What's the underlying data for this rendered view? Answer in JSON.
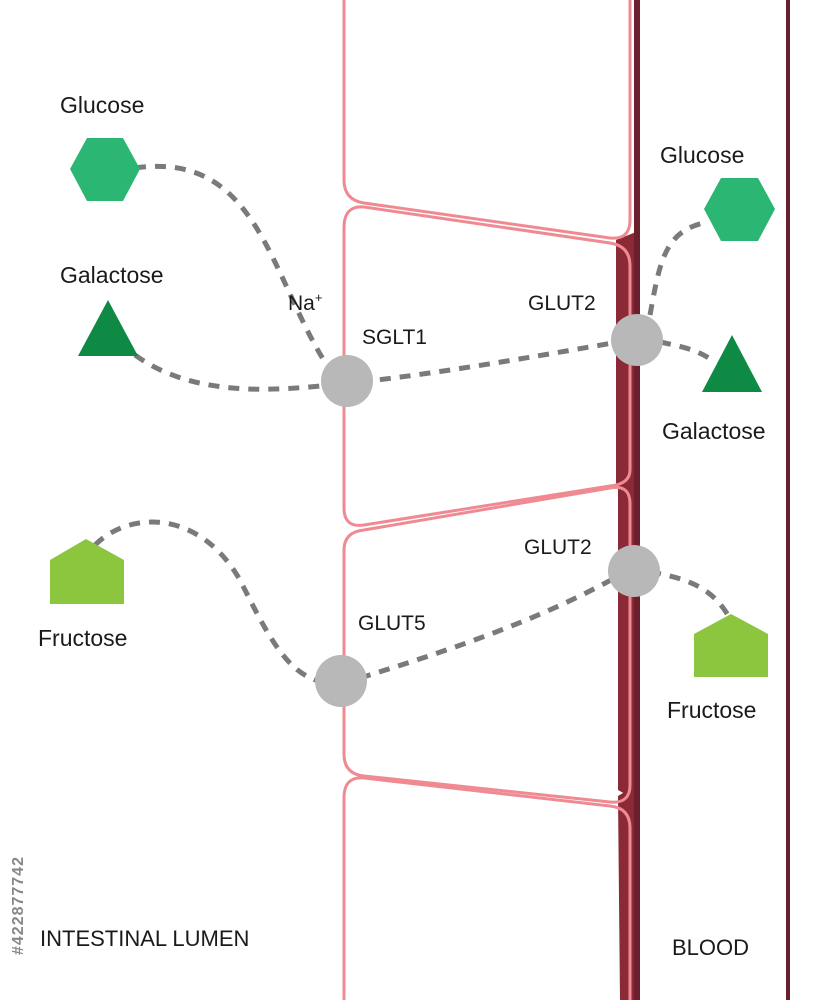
{
  "colors": {
    "membrane": "#f08a92",
    "blood_wall": "#6b1f2c",
    "basal_shade": "#8a2a36",
    "transport_path": "#7a7a7a",
    "transporter": "#b8b8b8",
    "glucose": "#2bb673",
    "galactose": "#0f8a45",
    "fructose": "#8cc63f"
  },
  "lumen_side": {
    "glucose_label": "Glucose",
    "galactose_label": "Galactose",
    "fructose_label": "Fructose",
    "sodium_label": "Na",
    "sodium_charge": "+",
    "region_label": "INTESTINAL LUMEN"
  },
  "transporters": {
    "sglt1": "SGLT1",
    "glut2_upper": "GLUT2",
    "glut5": "GLUT5",
    "glut2_lower": "GLUT2"
  },
  "blood_side": {
    "glucose_label": "Glucose",
    "galactose_label": "Galactose",
    "fructose_label": "Fructose",
    "region_label": "BLOOD"
  },
  "watermark": {
    "stock_id": "#422877742"
  }
}
